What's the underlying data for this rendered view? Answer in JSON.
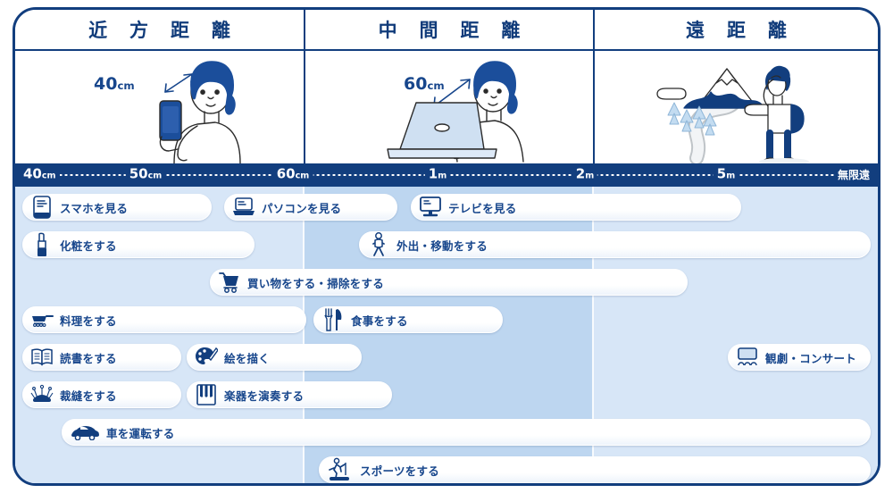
{
  "columns": [
    {
      "id": "near",
      "label": "近 方 距 離"
    },
    {
      "id": "mid",
      "label": "中 間 距 離"
    },
    {
      "id": "far",
      "label": "遠 距 離"
    }
  ],
  "illustrations": [
    {
      "id": "smartphone-user",
      "distance_label": "40",
      "distance_unit": "cm"
    },
    {
      "id": "laptop-user",
      "distance_label": "60",
      "distance_unit": "cm"
    },
    {
      "id": "hiker-mountain",
      "distance_label": "",
      "distance_unit": ""
    }
  ],
  "scale": {
    "ticks": [
      {
        "value": "40",
        "unit": "cm"
      },
      {
        "value": "50",
        "unit": "cm"
      },
      {
        "value": "60",
        "unit": "cm"
      },
      {
        "value": "1",
        "unit": "m"
      },
      {
        "value": "2",
        "unit": "m"
      },
      {
        "value": "5",
        "unit": "m"
      },
      {
        "value": "無限遠",
        "unit": ""
      }
    ]
  },
  "activities": [
    {
      "icon": "smartphone-icon",
      "label": "スマホを見る"
    },
    {
      "icon": "laptop-icon",
      "label": "パソコンを見る"
    },
    {
      "icon": "television-icon",
      "label": "テレビを見る"
    },
    {
      "icon": "lipstick-icon",
      "label": "化粧をする"
    },
    {
      "icon": "walking-person-icon",
      "label": "外出・移動をする"
    },
    {
      "icon": "shopping-cart-icon",
      "label": "買い物をする・掃除をする"
    },
    {
      "icon": "frying-pan-icon",
      "label": "料理をする"
    },
    {
      "icon": "fork-knife-icon",
      "label": "食事をする"
    },
    {
      "icon": "open-book-icon",
      "label": "読書をする"
    },
    {
      "icon": "palette-icon",
      "label": "絵を描く"
    },
    {
      "icon": "pincushion-icon",
      "label": "裁縫をする"
    },
    {
      "icon": "piano-keys-icon",
      "label": "楽器を演奏する"
    },
    {
      "icon": "theater-screen-icon",
      "label": "観劇・コンサート"
    },
    {
      "icon": "car-icon",
      "label": "車を運転する"
    },
    {
      "icon": "treadmill-runner-icon",
      "label": "スポーツをする"
    }
  ],
  "colors": {
    "brand_dark": "#123E7E",
    "text_blue": "#17468C",
    "band_near": "#D7E6F7",
    "band_mid": "#BDD6F0",
    "band_far": "#D7E6F7",
    "pill_white": "#FFFFFF",
    "icon_fill": "#123E7E"
  }
}
